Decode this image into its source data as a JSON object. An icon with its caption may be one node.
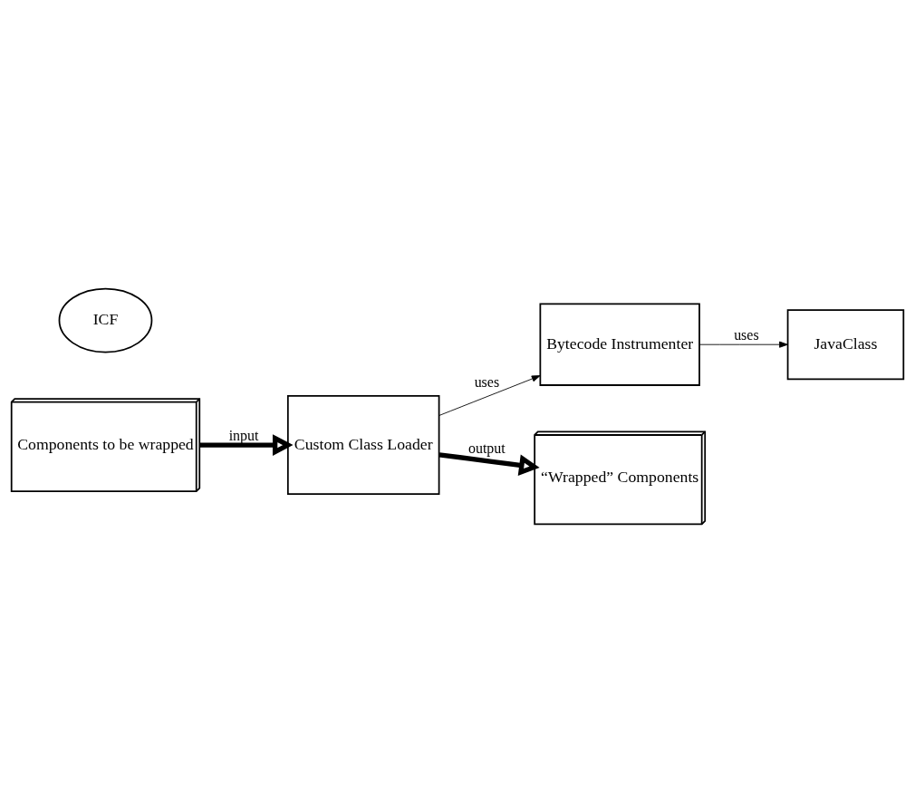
{
  "diagram": {
    "nodes": [
      {
        "text": [
          "Bytecode Instrumenter"
        ]
      },
      {
        "text": [
          "JavaClass"
        ]
      },
      {
        "text": [
          "ICF"
        ]
      },
      {
        "text": [
          "Custom Class Loader"
        ]
      },
      {
        "text": [
          "Components to be wrapped"
        ]
      },
      {
        "text": [
          "“Wrapped” Components"
        ]
      }
    ],
    "edges": [
      {
        "from": 0,
        "to": 1,
        "arrow": "to",
        "label": "uses"
      },
      {
        "from": 3,
        "to": 0,
        "arrow": "to",
        "label": "uses"
      },
      {
        "from": 4,
        "to": 3,
        "arrow": "to",
        "label": "input",
        "style": "thick"
      },
      {
        "from": 3,
        "to": 5,
        "arrow": "to",
        "label": "output",
        "style": "thick"
      }
    ]
  }
}
